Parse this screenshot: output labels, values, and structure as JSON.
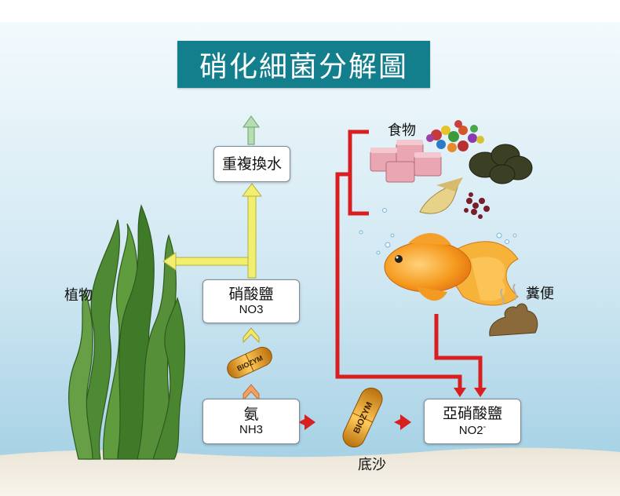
{
  "title": "硝化細菌分解圖",
  "nodes": {
    "water_change": {
      "label": "重複換水"
    },
    "nitrate": {
      "label": "硝酸鹽",
      "formula": "NO3"
    },
    "ammonia": {
      "label": "氨",
      "formula": "NH3"
    },
    "nitrite": {
      "label": "亞硝酸鹽",
      "formula": "NO2",
      "superscript": "-"
    }
  },
  "labels": {
    "food": "食物",
    "plant": "植物",
    "feces": "糞便",
    "substrate": "底沙"
  },
  "capsule_text": "BIOZYM",
  "colors": {
    "title_bg": "#147f8c",
    "red_arrow": "#d81e1e",
    "yellow_arrow": "#f2ef6e",
    "green_arrow": "#8ec98e",
    "capsule": "#e8a320"
  },
  "icons": [
    "seaweed-icon",
    "goldfish-icon",
    "food-cubes-icon",
    "food-pellets-icon",
    "feces-icon",
    "capsule-icon"
  ]
}
